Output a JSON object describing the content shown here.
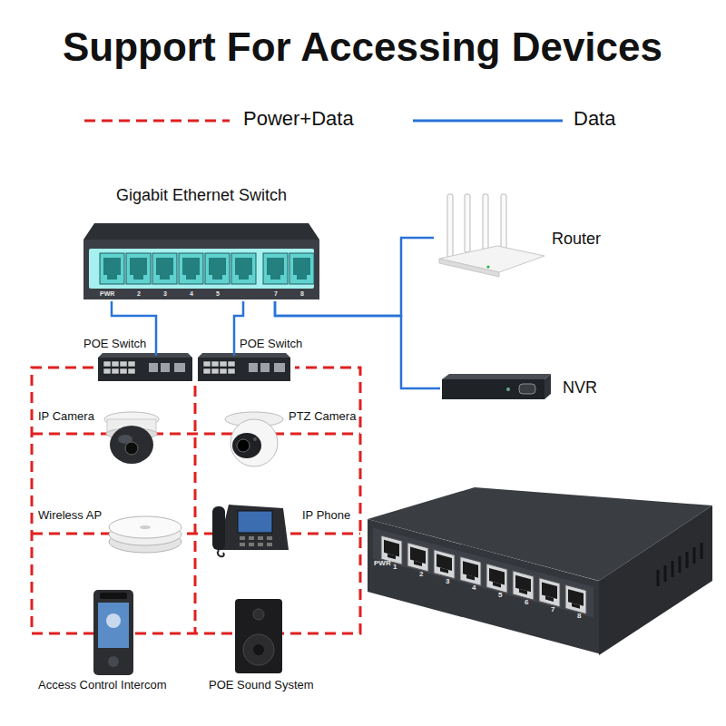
{
  "diagram": {
    "title": "Support For Accessing Devices",
    "nodes": [
      {
        "text": [
          "Gigabit Ethernet Switch"
        ]
      },
      {
        "text": [
          "Router"
        ]
      },
      {
        "text": [
          "POE Switch"
        ]
      },
      {
        "text": [
          "POE Switch"
        ]
      },
      {
        "text": [
          "NVR"
        ]
      },
      {
        "text": [
          "IP Camera"
        ]
      },
      {
        "text": [
          "PTZ Camera"
        ]
      },
      {
        "text": [
          "Wireless AP"
        ]
      },
      {
        "text": [
          "IP Phone"
        ]
      },
      {
        "text": [
          "Access Control Intercom"
        ]
      },
      {
        "text": [
          "POE Sound System"
        ]
      }
    ],
    "edges": [
      {
        "from": 0,
        "to": 2,
        "arrow": "none"
      },
      {
        "from": 0,
        "to": 3,
        "arrow": "none"
      },
      {
        "from": 0,
        "to": 1,
        "arrow": "none"
      },
      {
        "from": 0,
        "to": 4,
        "arrow": "none"
      }
    ],
    "labels": [
      "PWR",
      "2",
      "3",
      "4",
      "5",
      "7",
      "8",
      "PWR",
      "1",
      "2",
      "3",
      "4",
      "5",
      "6",
      "7",
      "8"
    ],
    "legend": [
      {
        "text": "Power+Data"
      },
      {
        "text": "Data"
      }
    ]
  }
}
